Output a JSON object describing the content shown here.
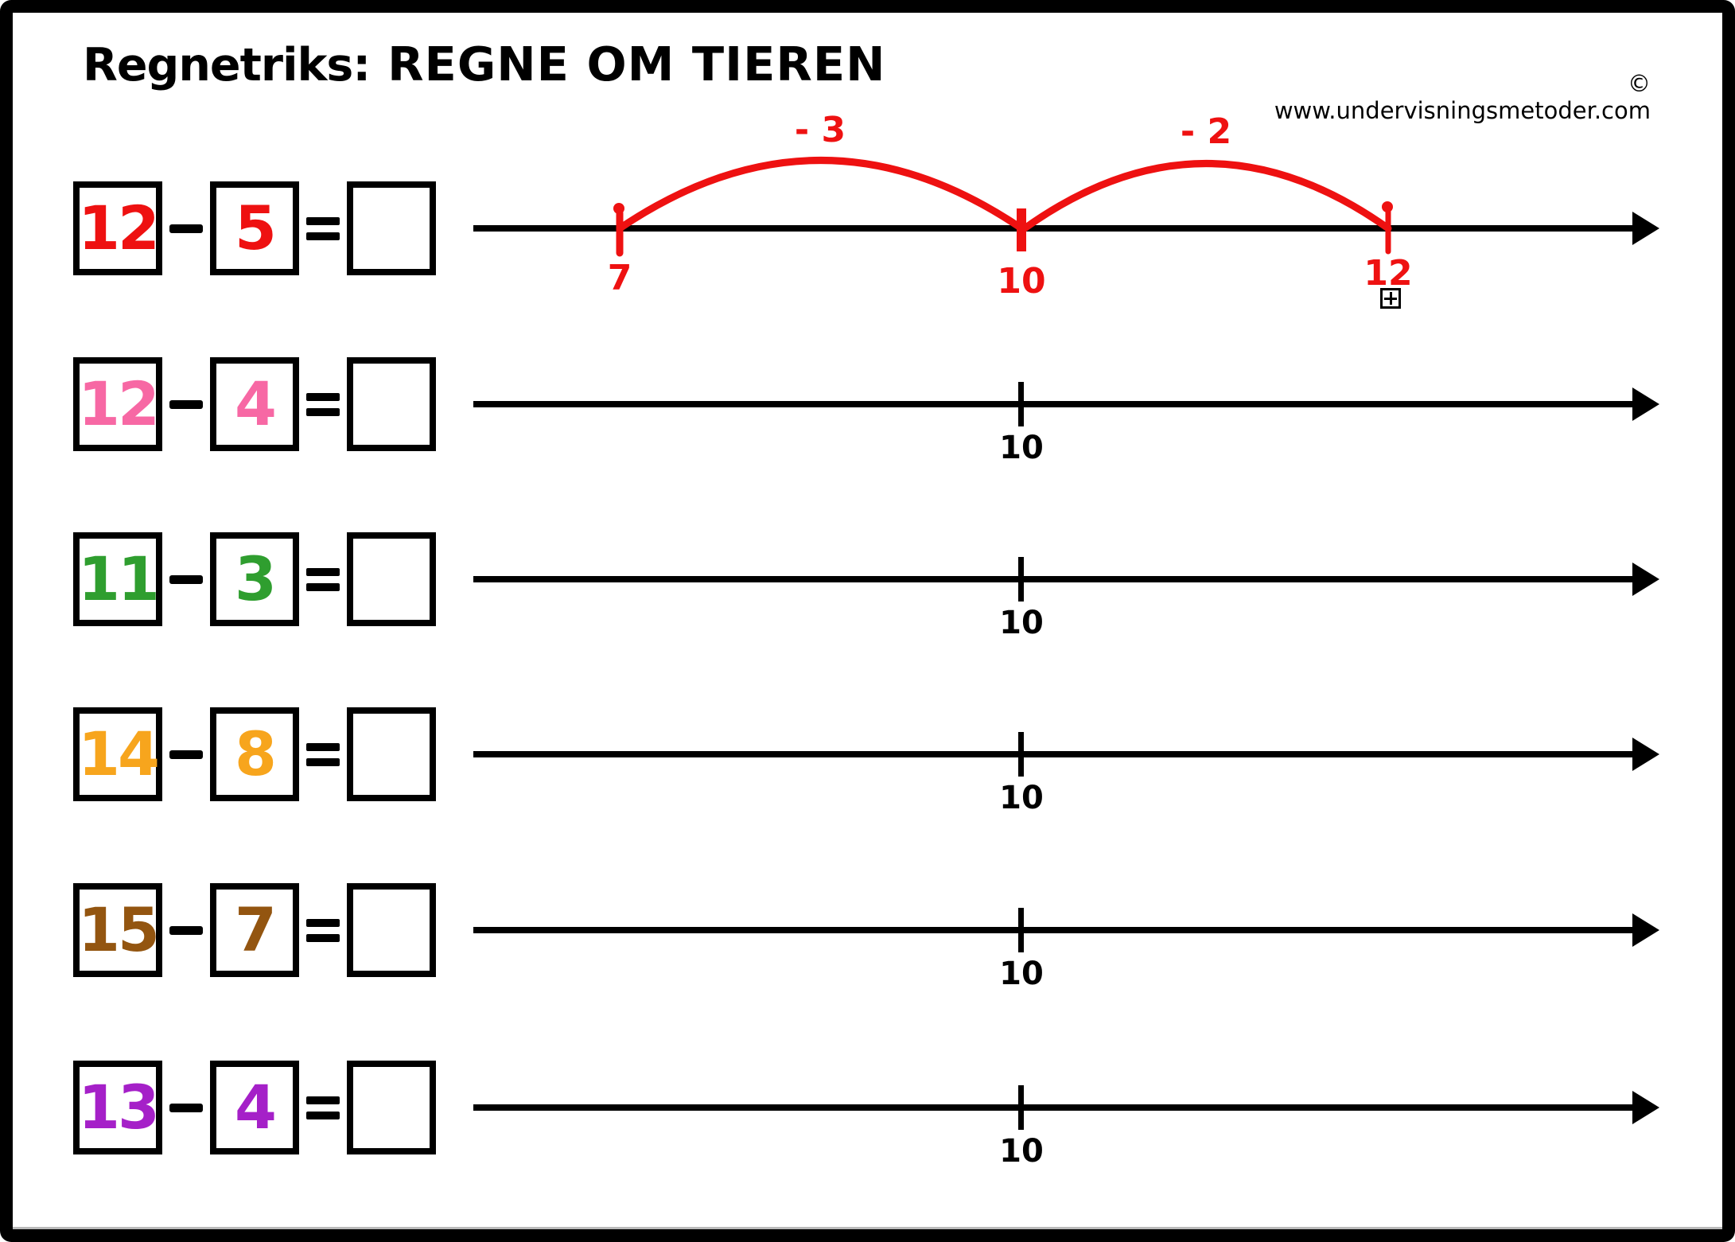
{
  "header": {
    "title_prefix": "Regnetriks:",
    "title_main": "REGNE OM TIEREN",
    "copyright": "© www.undervisningsmetoder.com"
  },
  "symbols": {
    "minus": "−",
    "equals": "="
  },
  "example": {
    "color": "#ee1111",
    "jumps": [
      {
        "label": "- 3"
      },
      {
        "label": "- 2"
      }
    ],
    "points": [
      {
        "label": "7"
      },
      {
        "label": "10"
      },
      {
        "label": "12"
      }
    ]
  },
  "rows": [
    {
      "minuend": "12",
      "subtrahend": "5",
      "answer": "",
      "color": "#ee1111"
    },
    {
      "minuend": "12",
      "subtrahend": "4",
      "answer": "",
      "color": "#f768a4",
      "tick_label": "10"
    },
    {
      "minuend": "11",
      "subtrahend": "3",
      "answer": "",
      "color": "#2f9e2f",
      "tick_label": "10"
    },
    {
      "minuend": "14",
      "subtrahend": "8",
      "answer": "",
      "color": "#f7a51d",
      "tick_label": "10"
    },
    {
      "minuend": "15",
      "subtrahend": "7",
      "answer": "",
      "color": "#935510",
      "tick_label": "10"
    },
    {
      "minuend": "13",
      "subtrahend": "4",
      "answer": "",
      "color": "#a520c8",
      "tick_label": "10"
    }
  ]
}
